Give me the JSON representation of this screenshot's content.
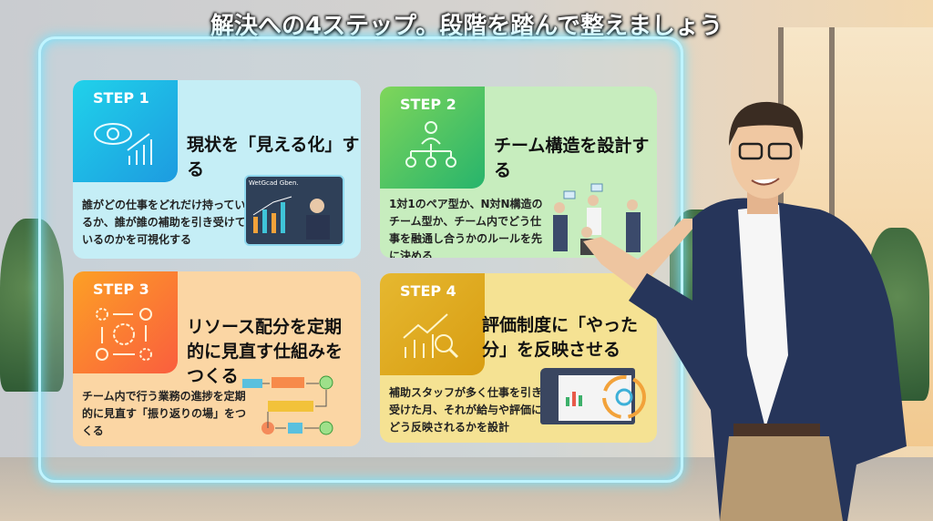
{
  "title": "解決への4ステップ。段階を踏んで整えましょう",
  "colors": {
    "step1": "#1fc3e8",
    "step2": "#3ec27a",
    "step3": "#fb7d3a",
    "step4": "#e1b21e",
    "frame_glow": "#6fe3ff"
  },
  "steps": [
    {
      "label": "STEP 1",
      "icon": "eye-chart-icon",
      "heading": "現状を「見える化」する",
      "description": "誰がどの仕事をどれだけ持っているか、誰が誰の補助を引き受けているのかを可視化する",
      "screen_text": "WetGcad Gben."
    },
    {
      "label": "STEP 2",
      "icon": "org-chart-icon",
      "heading": "チーム構造を設計する",
      "description": "1対1のペア型か、N対N構造のチーム型か、チーム内でどう仕事を融通し合うかのルールを先に決める"
    },
    {
      "label": "STEP 3",
      "icon": "gear-cycle-icon",
      "heading": "リソース配分を定期的に見直す仕組みをつくる",
      "description": "チーム内で行う業務の進捗を定期的に見直す「振り返りの場」をつくる"
    },
    {
      "label": "STEP 4",
      "icon": "chart-magnifier-icon",
      "heading": "評価制度に「やった分」を反映させる",
      "description": "補助スタッフが多く仕事を引き受けた月、それが給与や評価にどう反映されるかを設計"
    }
  ]
}
